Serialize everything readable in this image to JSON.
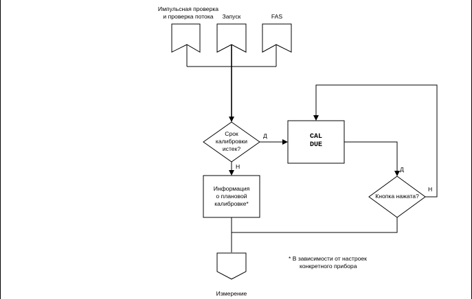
{
  "inputs": {
    "pulse_check": [
      "Импульсная проверка",
      "и проверка потока"
    ],
    "start": "Запуск",
    "fas": "FAS"
  },
  "decisions": {
    "calibration_expired": [
      "Срок",
      "калибровки",
      "истек?"
    ],
    "button_pressed": "Кнопка нажата?"
  },
  "process": {
    "cal_due": [
      "CAL",
      "DUE"
    ],
    "planned_calibration": [
      "Информация",
      "о плановой",
      "калибровке*"
    ]
  },
  "branch_labels": {
    "yes": "Д",
    "no": "Н"
  },
  "output": {
    "measurement": "Измерение"
  },
  "footnote": [
    "* В зависимости от настроек",
    "конкретного прибора"
  ]
}
